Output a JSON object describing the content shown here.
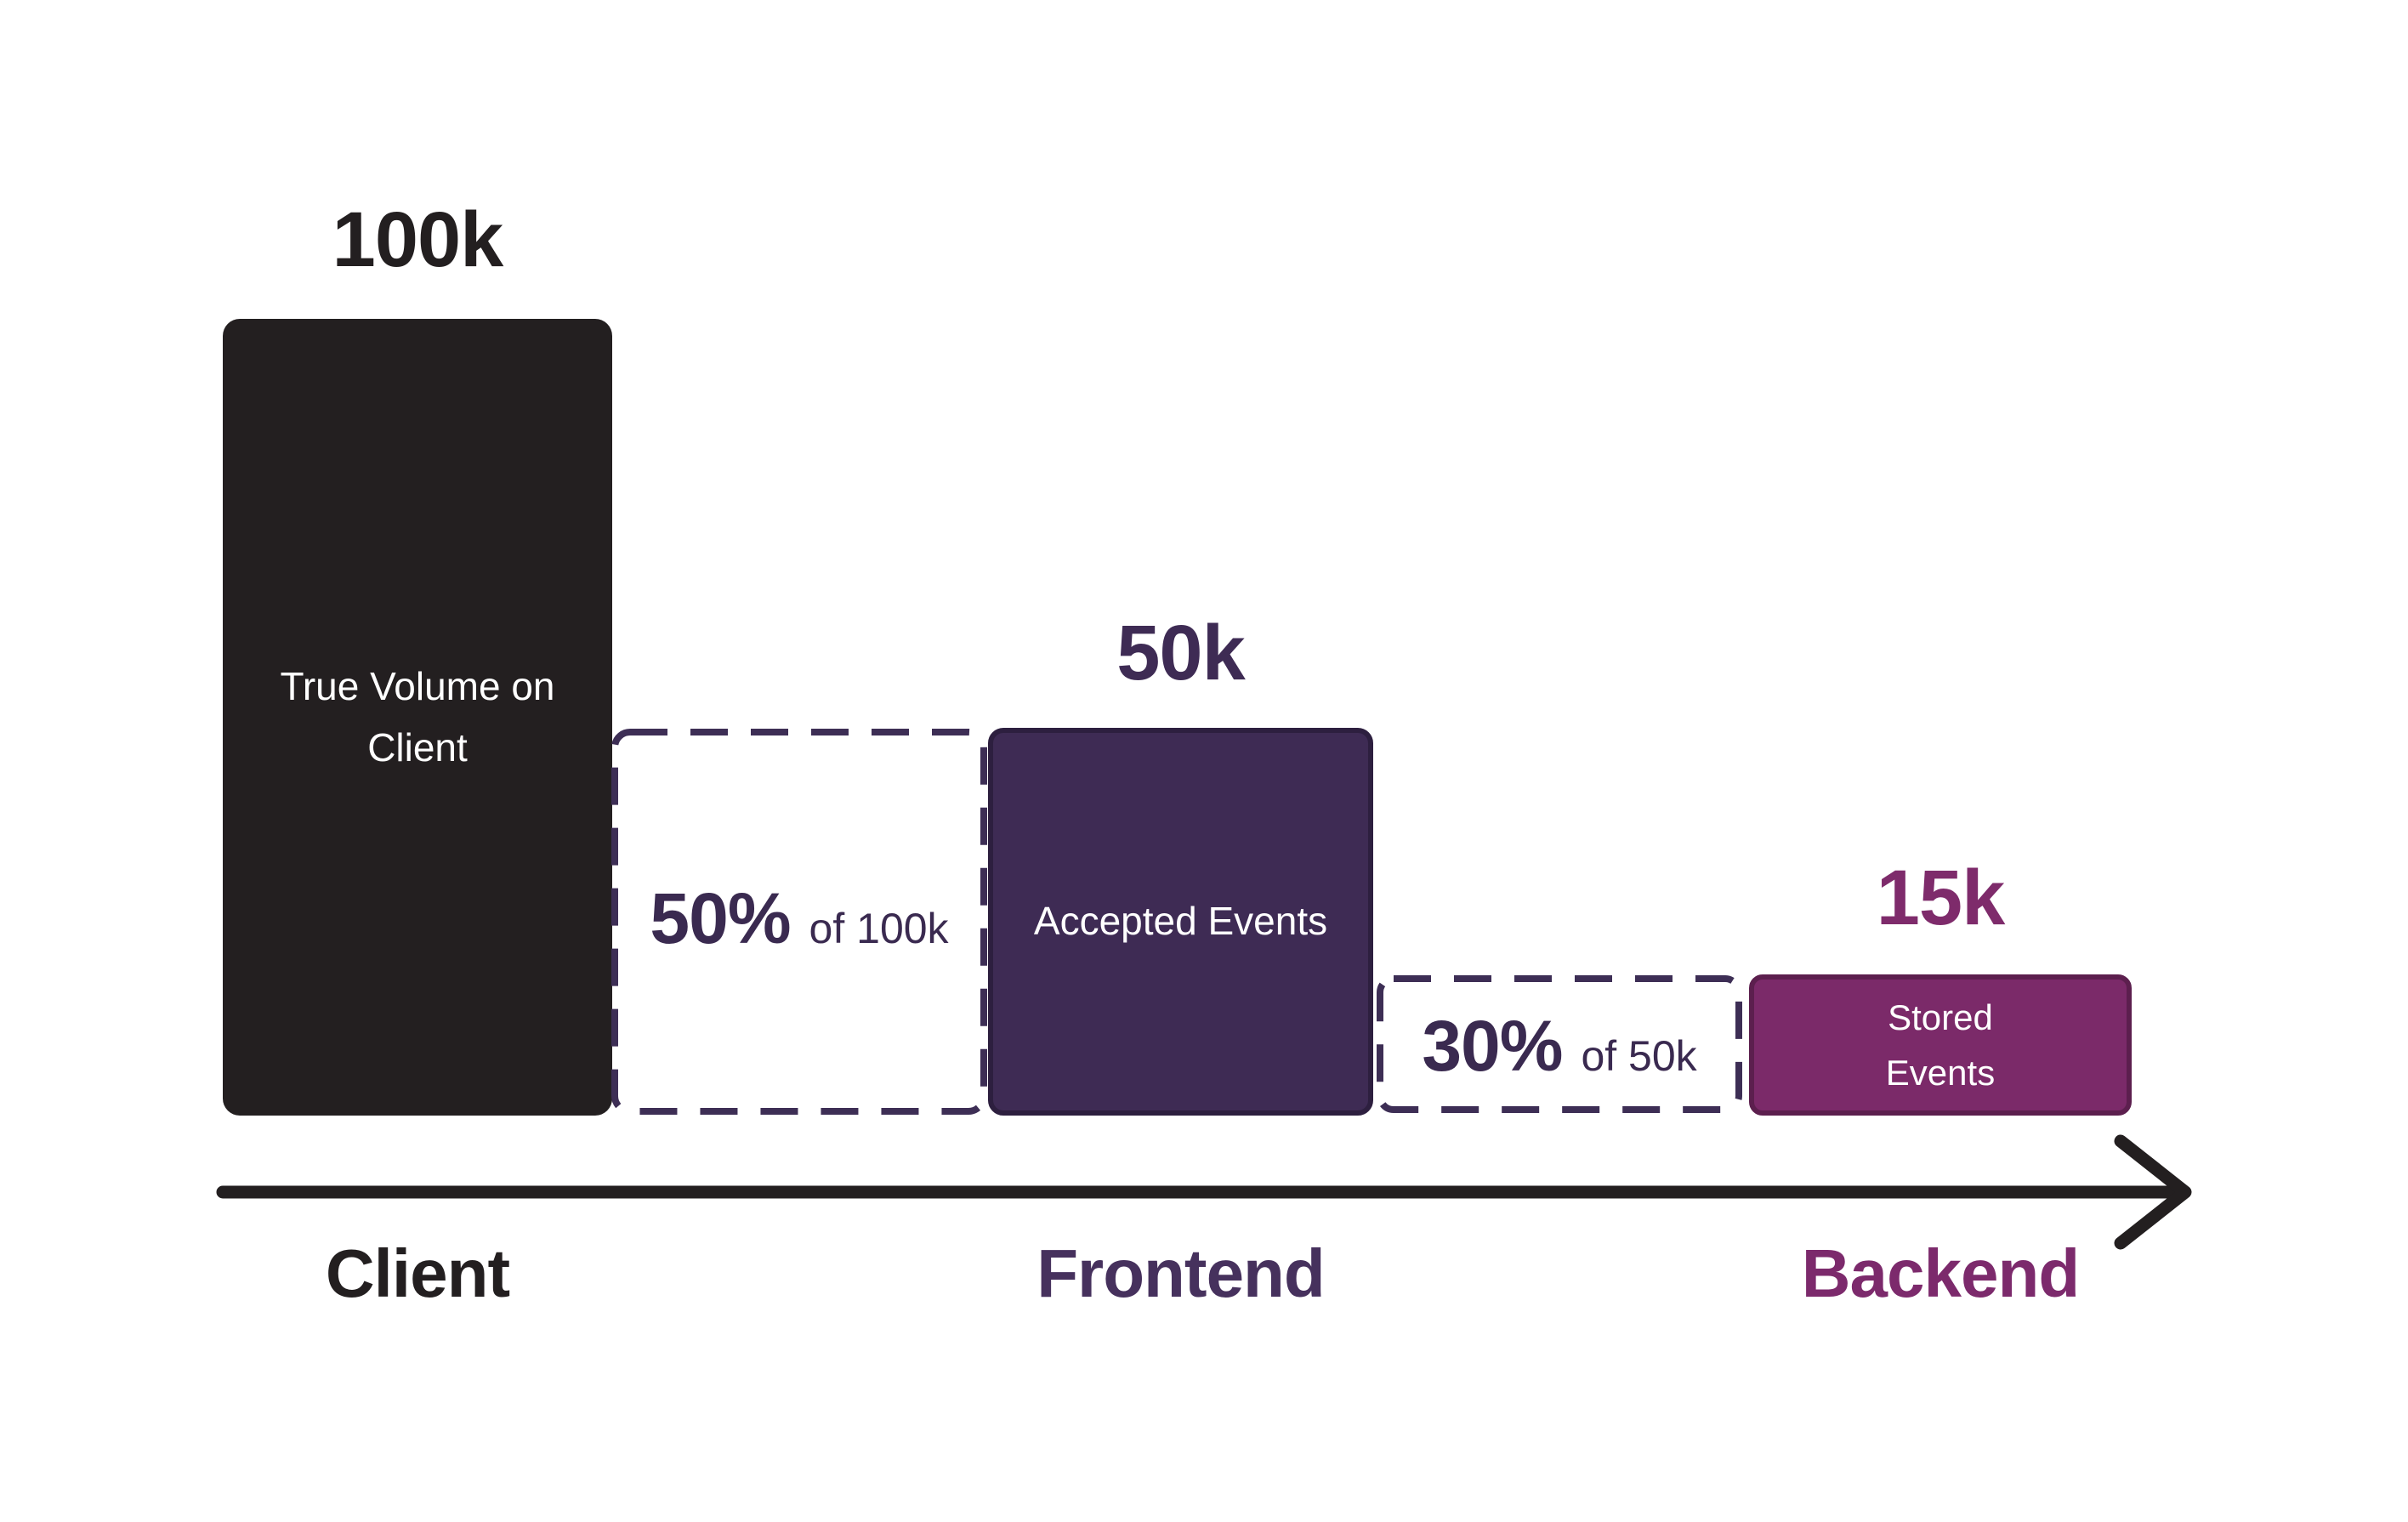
{
  "chart_data": {
    "type": "bar",
    "variant": "event-volume-funnel",
    "title": "",
    "xlabel": "",
    "ylabel": "",
    "grid": false,
    "legend": "none",
    "categories": [
      "Client",
      "Frontend",
      "Backend"
    ],
    "values": [
      100000,
      50000,
      15000
    ],
    "value_labels": [
      "100k",
      "50k",
      "15k"
    ],
    "bar_labels": [
      "True Volume on Client",
      "Accepted Events",
      "Stored Events"
    ],
    "bar_colors": [
      "#231f20",
      "#3e2b54",
      "#7b2a69"
    ],
    "value_label_colors": [
      "#231f20",
      "#3e2b54",
      "#7e2b6b"
    ],
    "axis_label_colors": [
      "#231f20",
      "#46315d",
      "#7c2a6c"
    ],
    "transitions": [
      {
        "percent": "50%",
        "of": "of 100k"
      },
      {
        "percent": "30%",
        "of": "of 50k"
      }
    ],
    "flow_axis": {
      "direction": "left-to-right",
      "arrow_color": "#231f20"
    },
    "dashed_box_color": "#3d2e55",
    "background": "#ffffff"
  }
}
